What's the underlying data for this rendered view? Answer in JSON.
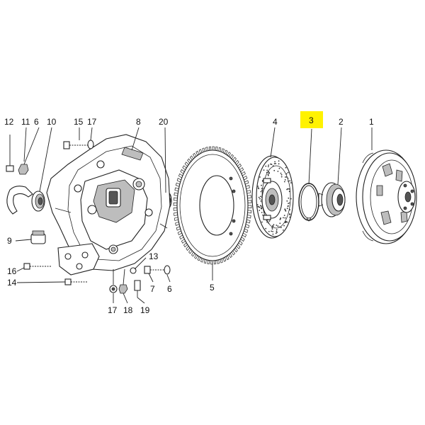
{
  "diagram": {
    "highlight_color": "#fff200",
    "highlighted_label": "3",
    "labels": {
      "l1": "1",
      "l2": "2",
      "l3": "3",
      "l4": "4",
      "l5": "5",
      "l6a": "6",
      "l6b": "6",
      "l7": "7",
      "l8": "8",
      "l9": "9",
      "l10": "10",
      "l11": "11",
      "l12": "12",
      "l13": "13",
      "l14": "14",
      "l15": "15",
      "l16": "16",
      "l17a": "17",
      "l17b": "17",
      "l18": "18",
      "l19": "19",
      "l20": "20"
    }
  }
}
